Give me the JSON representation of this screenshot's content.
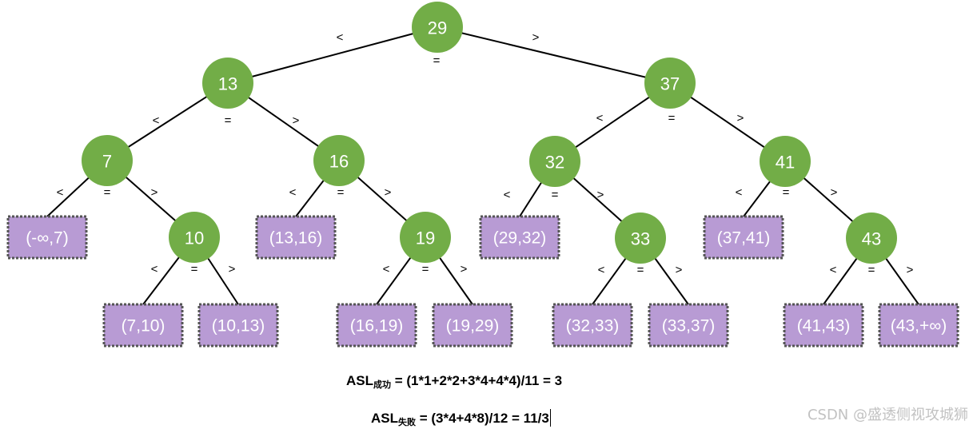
{
  "tree": {
    "nodes": [
      {
        "id": "n29",
        "label": "29"
      },
      {
        "id": "n13",
        "label": "13"
      },
      {
        "id": "n37",
        "label": "37"
      },
      {
        "id": "n7",
        "label": "7"
      },
      {
        "id": "n16",
        "label": "16"
      },
      {
        "id": "n32",
        "label": "32"
      },
      {
        "id": "n41",
        "label": "41"
      },
      {
        "id": "n10",
        "label": "10"
      },
      {
        "id": "n19",
        "label": "19"
      },
      {
        "id": "n33",
        "label": "33"
      },
      {
        "id": "n43",
        "label": "43"
      }
    ],
    "leaves": [
      {
        "id": "l1",
        "label": "(-∞,7)"
      },
      {
        "id": "l2",
        "label": "(13,16)"
      },
      {
        "id": "l3",
        "label": "(29,32)"
      },
      {
        "id": "l4",
        "label": "(37,41)"
      },
      {
        "id": "l5",
        "label": "(7,10)"
      },
      {
        "id": "l6",
        "label": "(10,13)"
      },
      {
        "id": "l7",
        "label": "(16,19)"
      },
      {
        "id": "l8",
        "label": "(19,29)"
      },
      {
        "id": "l9",
        "label": "(32,33)"
      },
      {
        "id": "l10",
        "label": "(33,37)"
      },
      {
        "id": "l11",
        "label": "(41,43)"
      },
      {
        "id": "l12",
        "label": "(43,+∞)"
      }
    ],
    "edges": [
      {
        "from": "n29",
        "to": "n13"
      },
      {
        "from": "n29",
        "to": "n37"
      },
      {
        "from": "n13",
        "to": "n7"
      },
      {
        "from": "n13",
        "to": "n16"
      },
      {
        "from": "n37",
        "to": "n32"
      },
      {
        "from": "n37",
        "to": "n41"
      },
      {
        "from": "n7",
        "to": "l1"
      },
      {
        "from": "n7",
        "to": "n10"
      },
      {
        "from": "n16",
        "to": "l2"
      },
      {
        "from": "n16",
        "to": "n19"
      },
      {
        "from": "n32",
        "to": "l3"
      },
      {
        "from": "n32",
        "to": "n33"
      },
      {
        "from": "n41",
        "to": "l4"
      },
      {
        "from": "n41",
        "to": "n43"
      },
      {
        "from": "n10",
        "to": "l5"
      },
      {
        "from": "n10",
        "to": "l6"
      },
      {
        "from": "n19",
        "to": "l7"
      },
      {
        "from": "n19",
        "to": "l8"
      },
      {
        "from": "n33",
        "to": "l9"
      },
      {
        "from": "n33",
        "to": "l10"
      },
      {
        "from": "n43",
        "to": "l11"
      },
      {
        "from": "n43",
        "to": "l12"
      }
    ],
    "relation_symbols": {
      "less": "<",
      "equal": "=",
      "greater": ">"
    }
  },
  "formulas": {
    "success": {
      "prefix": "ASL",
      "subscript": "成功",
      "expression": " = (1*1+2*2+3*4+4*4)/11 = 3"
    },
    "fail": {
      "prefix": "ASL",
      "subscript": "失败",
      "expression": " = (3*4+4*8)/12 = 11/3"
    }
  },
  "watermark": "CSDN @盛透侧视攻城狮",
  "colors": {
    "node_fill": "#72ad47",
    "leaf_fill": "#b89bd4",
    "leaf_border": "#555555",
    "edge": "#000000",
    "watermark": "#c2c2c2"
  }
}
